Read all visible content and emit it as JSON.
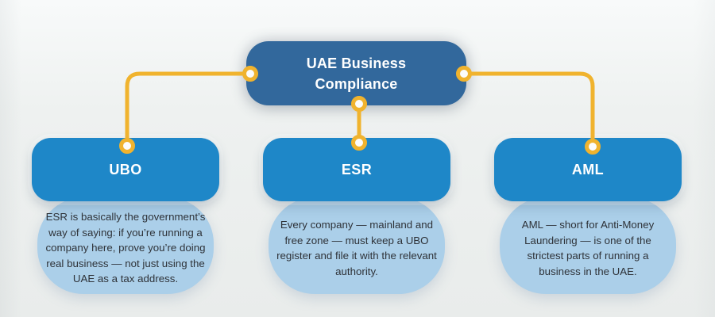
{
  "root": {
    "label": "UAE Business Compliance"
  },
  "branches": [
    {
      "label": "UBO",
      "description": "ESR is basically the government’s way of saying: if you’re running a company here, prove you’re doing real business — not just using the UAE as a tax address."
    },
    {
      "label": "ESR",
      "description": "Every company — mainland and free zone — must keep a UBO register and file it with the relevant authority."
    },
    {
      "label": "AML",
      "description": "AML — short for Anti-Money Laundering — is one of the strictest parts of running a business in the UAE."
    }
  ],
  "colors": {
    "background": "#edf0ef",
    "root_node": "#32689c",
    "branch_node": "#1e87c8",
    "bubble": "#abcfe9",
    "connector": "#f0b32e",
    "title_text": "#ffffff",
    "description_text": "#2e3238"
  }
}
